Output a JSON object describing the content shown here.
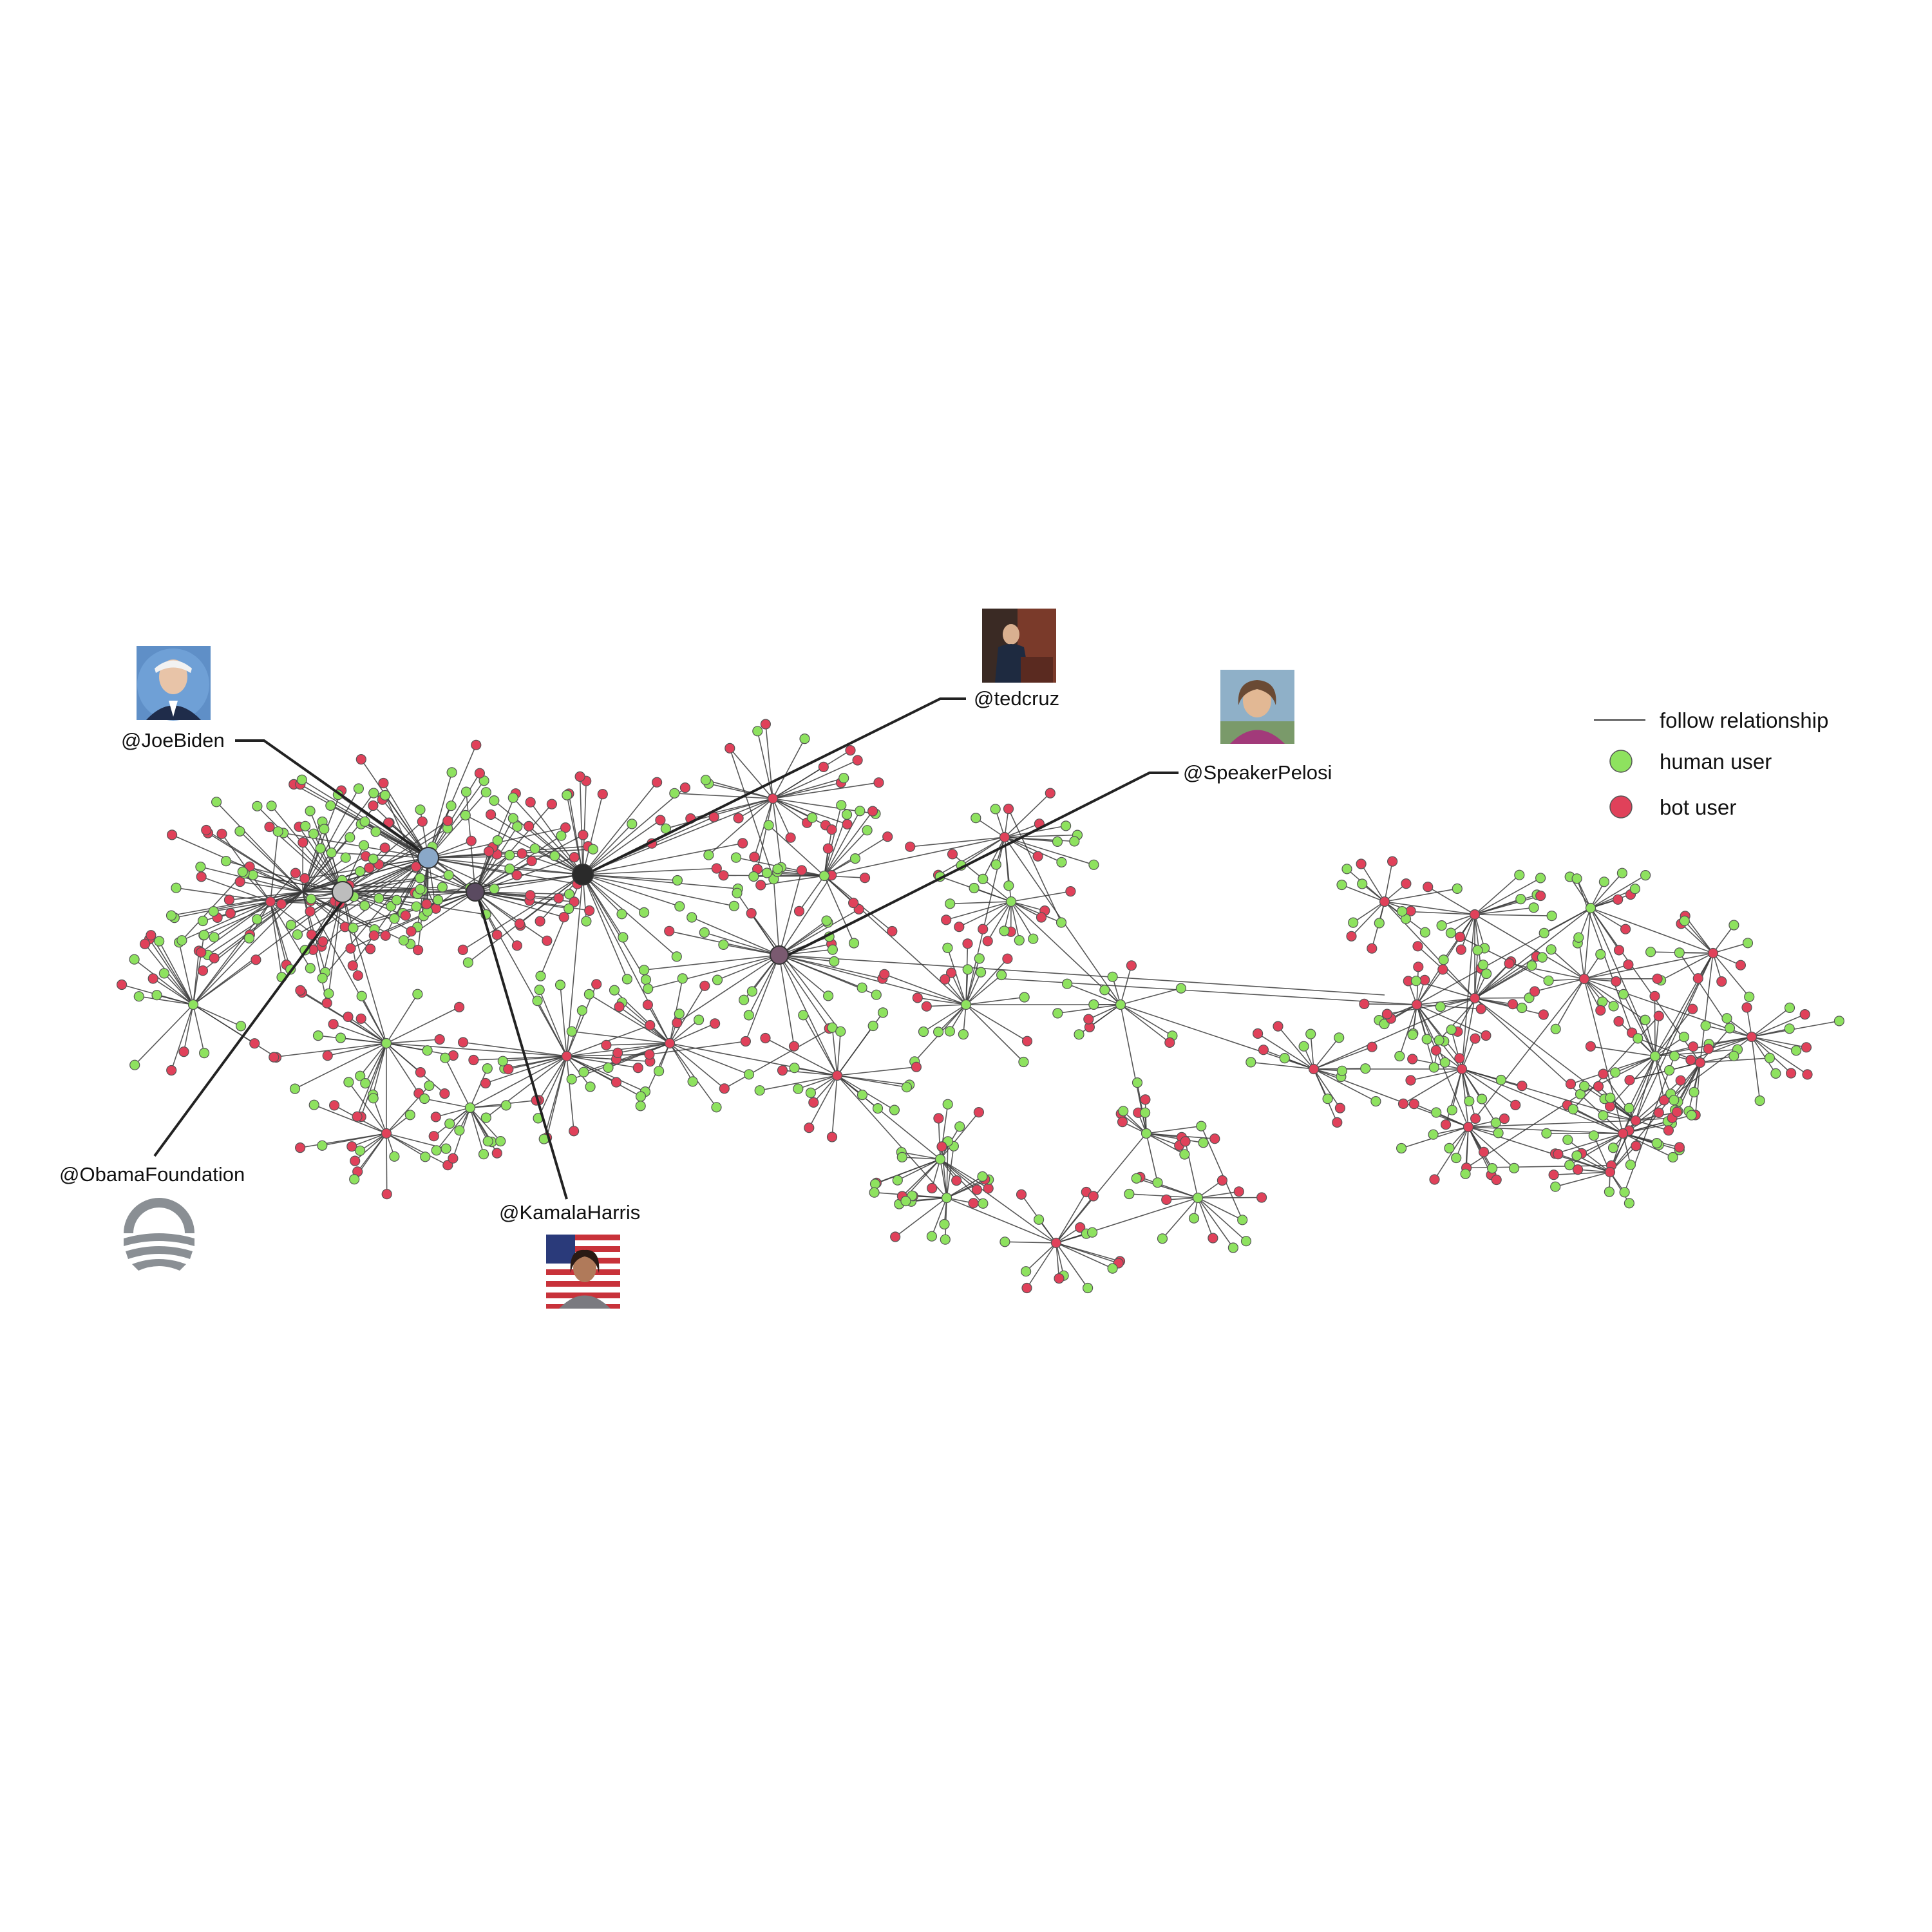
{
  "colors": {
    "human": "#8ee25f",
    "bot": "#e0415a",
    "edge": "#3a3a3a"
  },
  "legend": {
    "edge_label": "follow relationship",
    "human_label": "human user",
    "bot_label": "bot user"
  },
  "accounts": [
    {
      "id": "joebiden",
      "label": "@JoeBiden",
      "avatar": "portrait"
    },
    {
      "id": "tedcruz",
      "label": "@tedcruz",
      "avatar": "portrait"
    },
    {
      "id": "speakerpelosi",
      "label": "@SpeakerPelosi",
      "avatar": "portrait"
    },
    {
      "id": "obamafoundation",
      "label": "@ObamaFoundation",
      "avatar": "obama-foundation-logo"
    },
    {
      "id": "kamalaharris",
      "label": "@KamalaHarris",
      "avatar": "portrait"
    }
  ]
}
